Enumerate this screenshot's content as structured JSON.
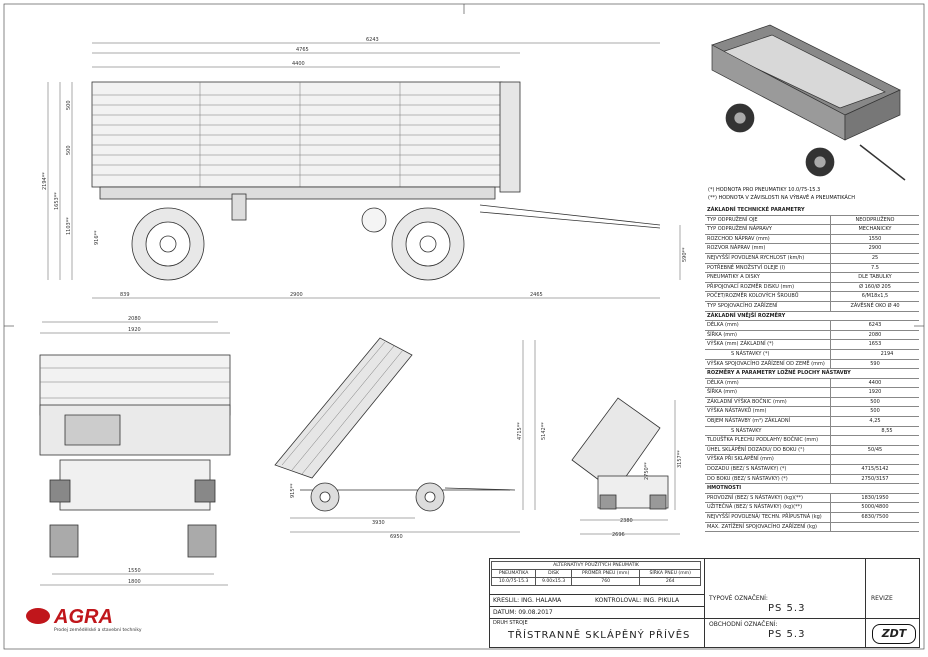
{
  "dims": {
    "overall_length": "6243",
    "box_length": "4765",
    "inner_length": "4400",
    "h500a": "500",
    "h500b": "500",
    "h2194": "2194**",
    "h1653": "1653**",
    "h1103": "1103**",
    "h916": "916**",
    "h590": "590**",
    "front_839": "839",
    "wheelbase": "2900",
    "rear_2465": "2465",
    "width_2080": "2080",
    "width_1920": "1920",
    "track_1550": "1550",
    "track_1800": "1800",
    "h4715": "4715**",
    "h5142": "5142**",
    "h915": "915**",
    "len_3930": "3930",
    "len_6950": "6950",
    "h2750": "2750**",
    "h3157": "3157**",
    "w_2380": "2380",
    "w_2696": "2696"
  },
  "notes": {
    "note1": "(*)   HODNOTA PRO PNEUMATIKY 10.0/75-15.3",
    "note2": "(**)  HODNOTA V ZÁVISLOSTI NA VÝBAVĚ A PNEUMATIKÁCH"
  },
  "params": [
    {
      "label": "ZÁKLADNÍ TECHNICKÉ PARAMETRY",
      "value": "",
      "type": "hdr"
    },
    {
      "label": "TYP ODPRUŽENÍ OJE",
      "value": "NEODPRUŽENO"
    },
    {
      "label": "TYP ODPRUŽENÍ NÁPRAVY",
      "value": "MECHANICKY"
    },
    {
      "label": "ROZCHOD NÁPRAV (mm)",
      "value": "1550"
    },
    {
      "label": "ROZVOR NÁPRAV (mm)",
      "value": "2900"
    },
    {
      "label": "NEJVYŠŠÍ POVOLENÁ RYCHLOST (km/h)",
      "value": "25"
    },
    {
      "label": "POTŘEBNÉ MNOŽSTVÍ OLEJE (l)",
      "value": "7.5"
    },
    {
      "label": "PNEUMATIKY A DISKY",
      "value": "DLE TABULKY"
    },
    {
      "label": "PŘIPOJOVACÍ ROZMĚR DISKU (mm)",
      "value": "Ø 160/Ø 205"
    },
    {
      "label": "POČET/ROZMĚR KOLOVÝCH ŠROUBŮ",
      "value": "6/M18x1,5"
    },
    {
      "label": "TYP SPOJOVACÍHO ZAŘÍZENÍ",
      "value": "ZÁVĚSNÉ OKO Ø 40"
    },
    {
      "label": "ZÁKLADNÍ VNĚJŠÍ ROZMĚRY",
      "value": "",
      "type": "hdr"
    },
    {
      "label": "DÉLKA (mm)",
      "value": "6243"
    },
    {
      "label": "ŠÍŘKA (mm)",
      "value": "2080"
    },
    {
      "label": "VÝŠKA (mm) ZÁKLADNÍ (*)",
      "value": "1653"
    },
    {
      "label": "S NÁSTAVKY (*)",
      "value": "2194",
      "type": "sub"
    },
    {
      "label": "VÝŠKA SPOJOVACÍHO ZAŘÍZENÍ OD ZEMĚ (mm)",
      "value": "590"
    },
    {
      "label": "ROZMĚRY A PARAMETRY LOŽNÉ PLOCHY NÁSTAVBY",
      "value": "",
      "type": "hdr"
    },
    {
      "label": "DÉLKA (mm)",
      "value": "4400"
    },
    {
      "label": "ŠÍŘKA (mm)",
      "value": "1920"
    },
    {
      "label": "ZÁKLADNÍ VÝŠKA BOČNIC (mm)",
      "value": "500"
    },
    {
      "label": "VÝŠKA NÁSTAVKŮ (mm)",
      "value": "500"
    },
    {
      "label": "OBJEM NÁSTAVBY (m³) ZÁKLADNÍ",
      "value": "4,25"
    },
    {
      "label": "S NÁSTAVKY",
      "value": "8,55",
      "type": "sub"
    },
    {
      "label": "TLOUŠŤKA PLECHU PODLAHY/ BOČNIC (mm)",
      "value": ""
    },
    {
      "label": "ÚHEL SKLÁPĚNÍ DOZADU/ DO BOKU (°)",
      "value": "50/45"
    },
    {
      "label": "VÝŠKA PŘI SKLÁPĚNÍ (mm)",
      "value": ""
    },
    {
      "label": "DOZADU (BEZ/ S NÁSTAVKY) (*)",
      "value": "4715/5142"
    },
    {
      "label": "DO BOKU (BEZ/ S NÁSTAVKY) (*)",
      "value": "2750/3157"
    },
    {
      "label": "HMOTNOSTI",
      "value": "",
      "type": "hdr"
    },
    {
      "label": "PROVOZNÍ (BEZ/ S NÁSTAVKY) (kg)(**)",
      "value": "1830/1950"
    },
    {
      "label": "UŽITEČNÁ (BEZ/ S NÁSTAVKY) (kg)(**)",
      "value": "5000/4800"
    },
    {
      "label": "NEJVYŠŠÍ POVOLENÁ/ TECHN. PŘÍPUSTNÁ (kg)",
      "value": "6830/7500"
    },
    {
      "label": "MAX. ZATÍŽENÍ SPOJOVACÍHO ZAŘÍZENÍ (kg)",
      "value": ""
    }
  ],
  "alt_tires": {
    "title": "ALTERNATIVY POUŽITÝCH PNEUMATIK",
    "headers": [
      "PNEUMATIKA",
      "DISK",
      "PRŮMĚR PNEU (mm)",
      "ŠÍŘKA PNEU (mm)"
    ],
    "row": [
      "10.0/75-15.3",
      "9.00x15.3",
      "760",
      "264"
    ]
  },
  "titleblock": {
    "kreslil": "KRESLIL: ING. HALAMA",
    "kontroloval": "KONTROLOVAL: ING. PIKULA",
    "datum": "DATUM:  09.08.2017",
    "druh_label": "DRUH STROJE",
    "druh": "TŘÍSTRANNĚ SKLÁPĚNÝ PŘÍVĚS",
    "typove_label": "TYPOVÉ OZNAČENÍ:",
    "typove": "PS 5.3",
    "obchodni_label": "OBCHODNÍ OZNAČENÍ:",
    "obchodni": "PS 5.3",
    "revize": "REVIZE",
    "zdt": "ZDT"
  },
  "logo": {
    "name": "AGRA",
    "tagline": "Prodej zemědělské a stavební techniky"
  }
}
